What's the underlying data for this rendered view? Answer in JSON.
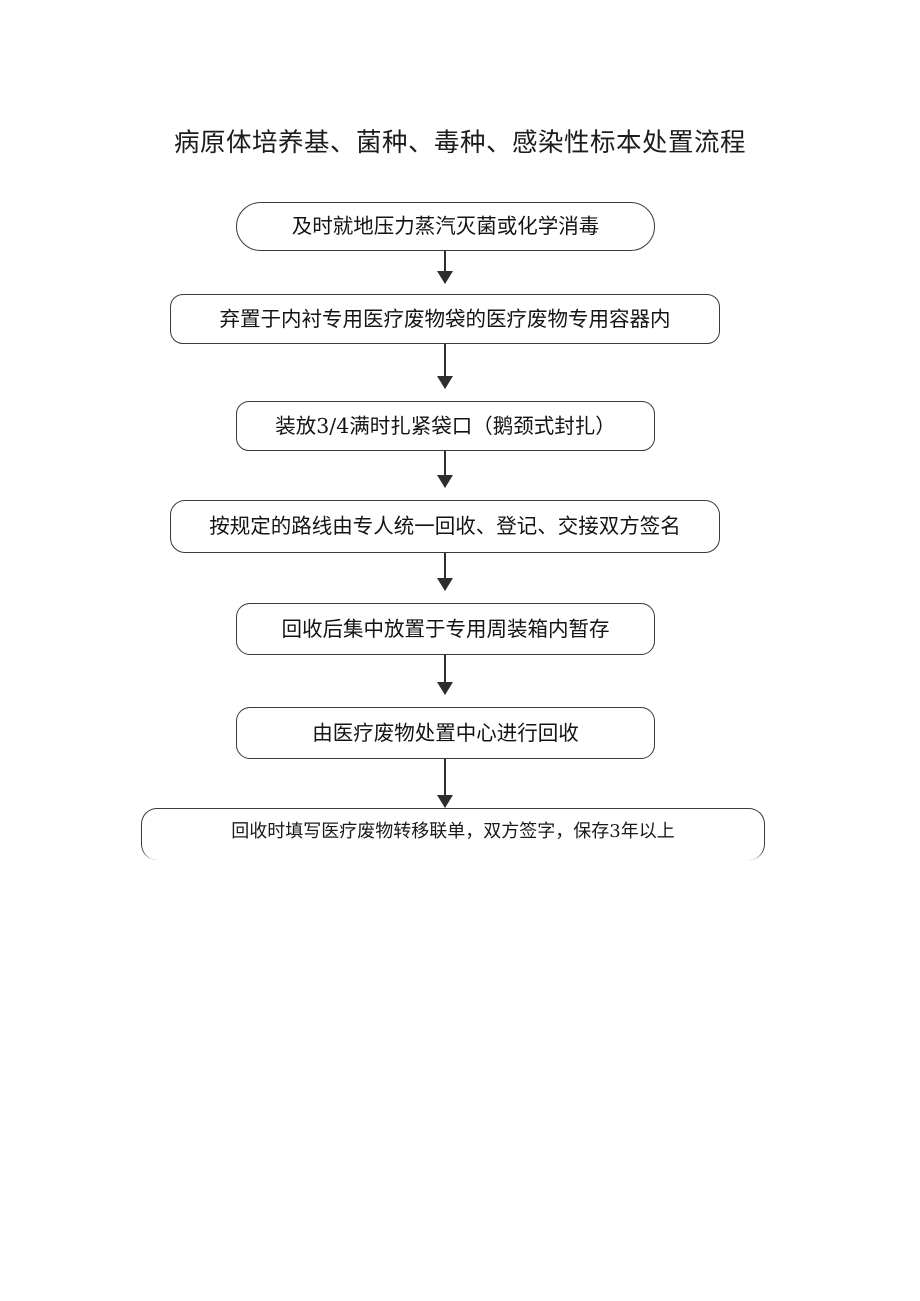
{
  "document": {
    "title": "病原体培养基、菌种、毒种、感染性标本处置流程",
    "page_background": "#ffffff",
    "ink_color": "#1a1a1a"
  },
  "flowchart": {
    "orientation": "vertical-top-down",
    "connector": "single-line-arrow-down",
    "nodes": [
      {
        "id": "n1",
        "shape": "rounded-pill",
        "label": "及时就地压力蒸汽灭菌或化学消毒"
      },
      {
        "id": "n2",
        "shape": "rounded-rectangle",
        "label": "弃置于内衬专用医疗废物袋的医疗废物专用容器内"
      },
      {
        "id": "n3",
        "shape": "rounded-rectangle",
        "label": "装放3/4满时扎紧袋口（鹅颈式封扎）"
      },
      {
        "id": "n4",
        "shape": "rounded-rectangle",
        "label": "按规定的路线由专人统一回收、登记、交接双方签名"
      },
      {
        "id": "n5",
        "shape": "rounded-rectangle",
        "label": "回收后集中放置于专用周装箱内暂存"
      },
      {
        "id": "n6",
        "shape": "rounded-rectangle",
        "label": "由医疗废物处置中心进行回收"
      },
      {
        "id": "n7",
        "shape": "rounded-rectangle-clipped",
        "label": "回收时填写医疗废物转移联单，双方签字，保存3年以上"
      }
    ],
    "arrows": [
      {
        "id": "a1",
        "from": "n1",
        "to": "n2"
      },
      {
        "id": "a2",
        "from": "n2",
        "to": "n3"
      },
      {
        "id": "a3",
        "from": "n3",
        "to": "n4"
      },
      {
        "id": "a4",
        "from": "n4",
        "to": "n5"
      },
      {
        "id": "a5",
        "from": "n5",
        "to": "n6"
      },
      {
        "id": "a6",
        "from": "n6",
        "to": "n7"
      }
    ]
  }
}
